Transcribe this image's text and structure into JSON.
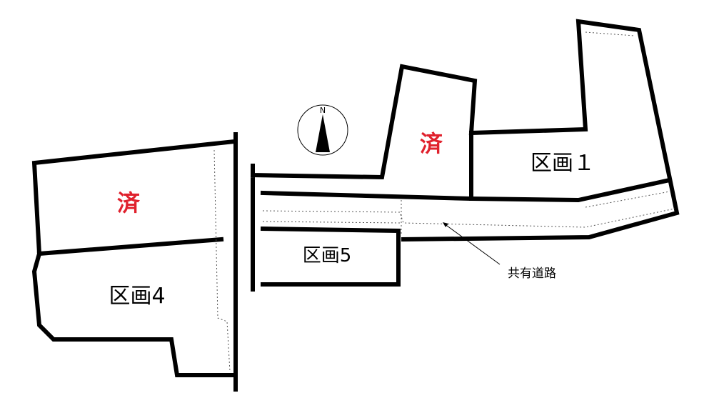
{
  "colors": {
    "line": "#000000",
    "sold_mark": "#e0212d",
    "background": "#ffffff"
  },
  "compass": {
    "north_letter": "N"
  },
  "lots": {
    "lot1": "区画１",
    "lot4": "区画4",
    "lot5": "区画5"
  },
  "sold_marks": {
    "left": "済",
    "center": "済"
  },
  "road_label": "共有道路"
}
